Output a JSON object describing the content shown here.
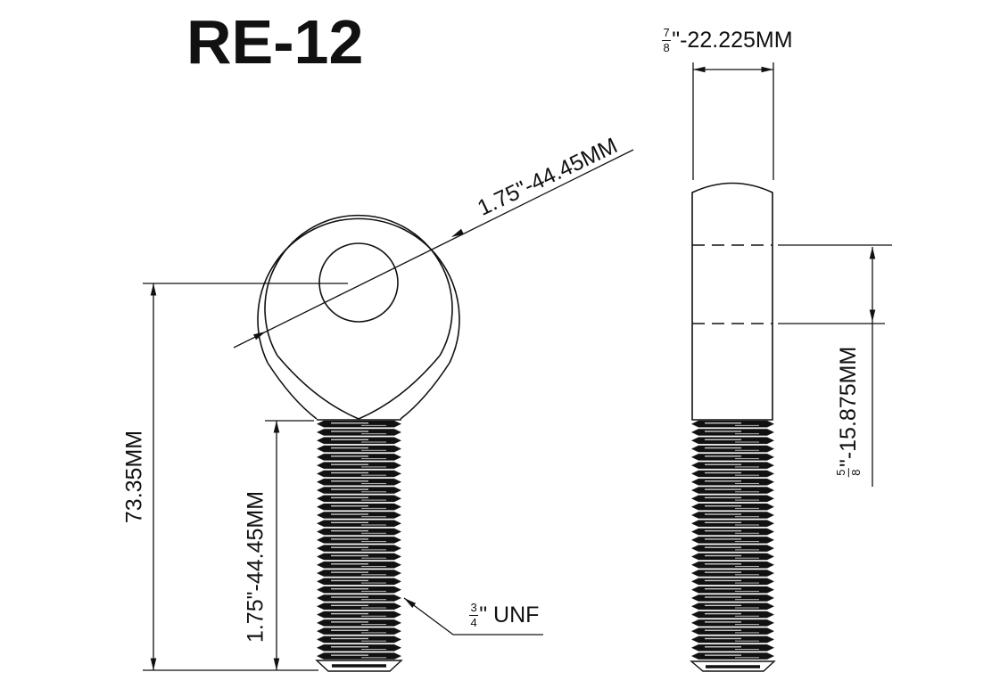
{
  "title": "RE-12",
  "colors": {
    "ink": "#111111",
    "background": "#ffffff"
  },
  "dimensions": {
    "eye_outer_diameter": "1.75\"-44.45MM",
    "overall_length": "73.35MM",
    "thread_length": "1.75\"-44.45MM",
    "thread_spec": {
      "numerator": "3",
      "denominator": "4",
      "suffix": "\" UNF"
    },
    "head_width": {
      "numerator": "7",
      "denominator": "8",
      "suffix": "\"-22.225MM"
    },
    "eye_hole_diameter": {
      "numerator": "5",
      "denominator": "8",
      "suffix": "\"-15.875MM"
    }
  }
}
